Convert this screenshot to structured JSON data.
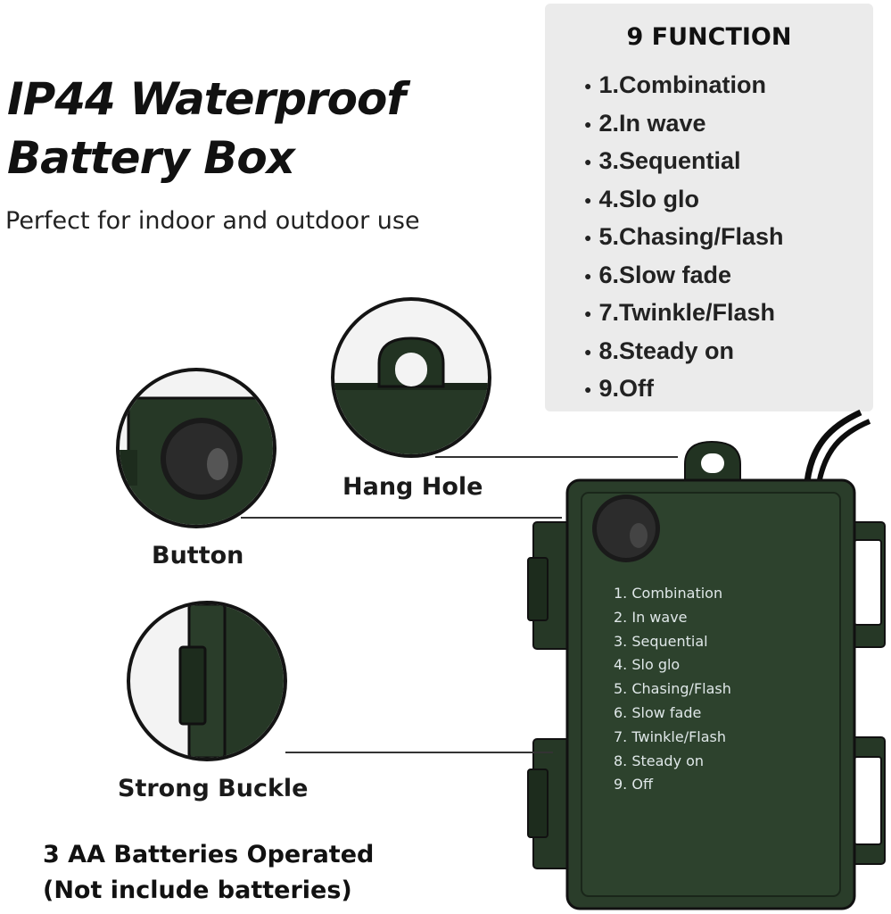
{
  "heading": {
    "line1": "IP44 Waterproof",
    "line2": "Battery Box"
  },
  "subtitle": "Perfect for indoor and outdoor use",
  "functions_panel": {
    "title": "9 FUNCTION",
    "items": [
      "1.Combination",
      "2.In wave",
      "3.Sequential",
      "4.Slo glo",
      "5.Chasing/Flash",
      "6.Slow fade",
      "7.Twinkle/Flash",
      "8.Steady on",
      "9.Off"
    ]
  },
  "callouts": {
    "hang_hole": "Hang Hole",
    "button": "Button",
    "strong_buckle": "Strong Buckle"
  },
  "device_printed_list": [
    "1. Combination",
    "2. In wave",
    "3. Sequential",
    "4. Slo glo",
    "5. Chasing/Flash",
    "6. Slow fade",
    "7. Twinkle/Flash",
    "8. Steady on",
    "9. Off"
  ],
  "battery_note": {
    "line1": "3 AA Batteries Operated",
    "line2": "(Not include batteries)"
  },
  "colors": {
    "box_green": "#2a3d2a",
    "box_edge": "#1a261a",
    "panel_bg": "#ebebeb"
  }
}
